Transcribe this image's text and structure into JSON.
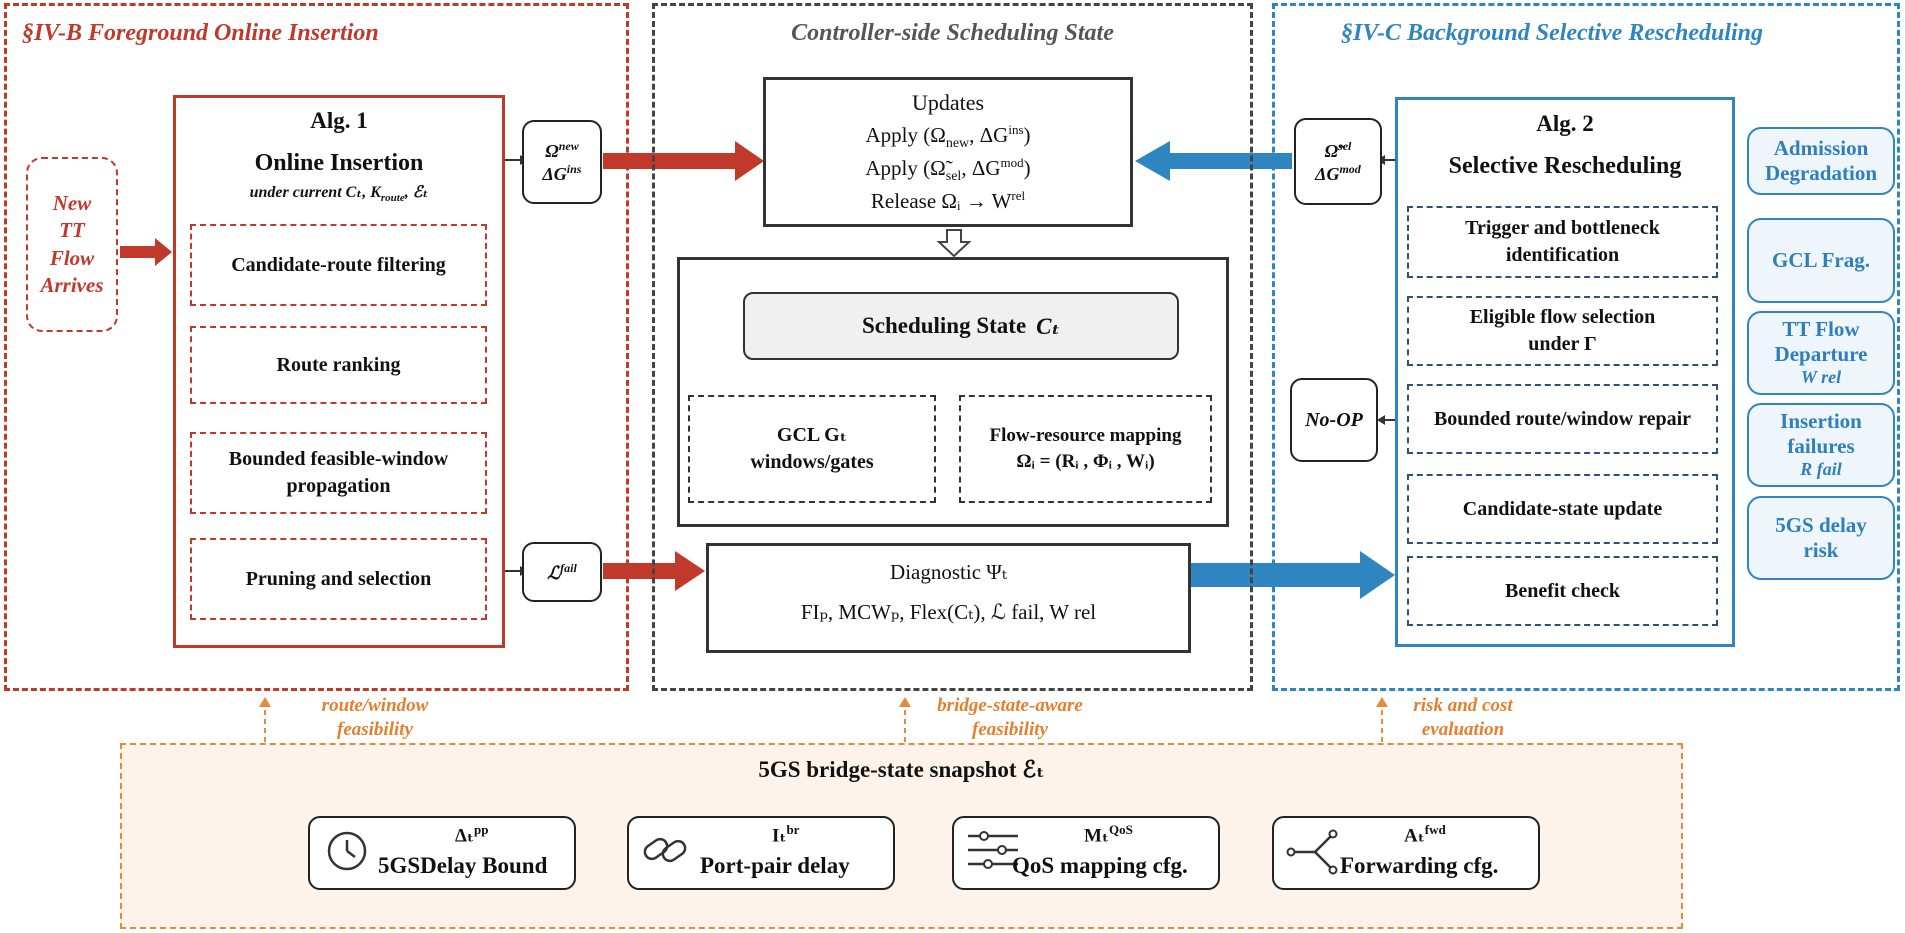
{
  "colors": {
    "red": "#c0392b",
    "dark": "#444444",
    "blue": "#2f85c0",
    "orange": "#e8893a",
    "orange_bg": "#fdf3ea",
    "side_bg": "#eef5fb"
  },
  "left_panel": {
    "title": "§IV-B Foreground Online Insertion",
    "new_flow": [
      "New",
      "TT",
      "Flow",
      "Arrives"
    ],
    "alg_title": "Alg. 1",
    "alg_name": "Online Insertion",
    "alg_sub": "under current Cₜ, K",
    "alg_sub_route": "route",
    "alg_sub_end": ", ℰₜ",
    "steps": [
      "Candidate-route filtering",
      "Route ranking",
      "Bounded feasible-window propagation",
      "Pruning and selection"
    ],
    "out_omega": "Ω",
    "out_omega_sup": "new",
    "out_delta": "ΔG",
    "out_delta_sup": "ins",
    "fail_label": "ℒ",
    "fail_sup": "fail"
  },
  "middle_panel": {
    "title": "Controller-side Scheduling State",
    "updates_title": "Updates",
    "updates_line1": "Apply (Ω",
    "updates_line1_sub": "new",
    "updates_line1_end": ", ΔG",
    "updates_line1_sup": "ins",
    "updates_line2": "Apply (Ω̃",
    "updates_line2_sub": "sel",
    "updates_line2_end": ", ΔG",
    "updates_line2_sup": "mod",
    "updates_line3": "Release Ωᵢ → W",
    "updates_line3_sup": "rel",
    "state_title": "Scheduling State",
    "state_symbol": "Cₜ",
    "gcl_line1": "GCL Gₜ",
    "gcl_line2": "windows/gates",
    "frm_line1": "Flow-resource mapping",
    "frm_line2": "Ωᵢ = (Rᵢ , Φᵢ , Wᵢ)",
    "diag_title": "Diagnostic Ψₜ",
    "diag_line": "FIₚ,  MCWₚ,  Flex(Cₜ),  ℒ fail,  W rel"
  },
  "right_panel": {
    "title": "§IV-C Background Selective Rescheduling",
    "alg_title": "Alg. 2",
    "alg_name": "Selective Rescheduling",
    "steps": [
      "Trigger and bottleneck identification",
      "Eligible flow selection under Γ",
      "Bounded route/window repair",
      "Candidate-state update",
      "Benefit check"
    ],
    "noop": "No-OP",
    "out_omega": "Ω̃",
    "out_omega_sup": "sel",
    "out_delta": "ΔG",
    "out_delta_sup": "mod",
    "side_items": [
      {
        "line1": "Admission",
        "line2": "Degradation",
        "line3": ""
      },
      {
        "line1": "GCL Frag.",
        "line2": "",
        "line3": ""
      },
      {
        "line1": "TT Flow",
        "line2": "Departure",
        "line3": "W rel"
      },
      {
        "line1": "Insertion",
        "line2": "failures",
        "line3": "R fail"
      },
      {
        "line1": "5GS delay",
        "line2": "risk",
        "line3": ""
      }
    ]
  },
  "feasibility_labels": [
    "route/window feasibility",
    "bridge-state-aware feasibility",
    "risk and cost evaluation"
  ],
  "snapshot": {
    "title": "5GS bridge-state snapshot ℰₜ",
    "cards": [
      {
        "icon": "clock-icon",
        "symbol": "Δₜ",
        "sup": "pp",
        "label": "5GSDelay Bound"
      },
      {
        "icon": "link-icon",
        "symbol": "Iₜ",
        "sup": "br",
        "label": "Port-pair delay"
      },
      {
        "icon": "sliders-icon",
        "symbol": "Mₜ",
        "sup": "QoS",
        "label": "QoS mapping cfg."
      },
      {
        "icon": "fork-icon",
        "symbol": "Aₜ",
        "sup": "fwd",
        "label": "Forwarding cfg."
      }
    ]
  }
}
